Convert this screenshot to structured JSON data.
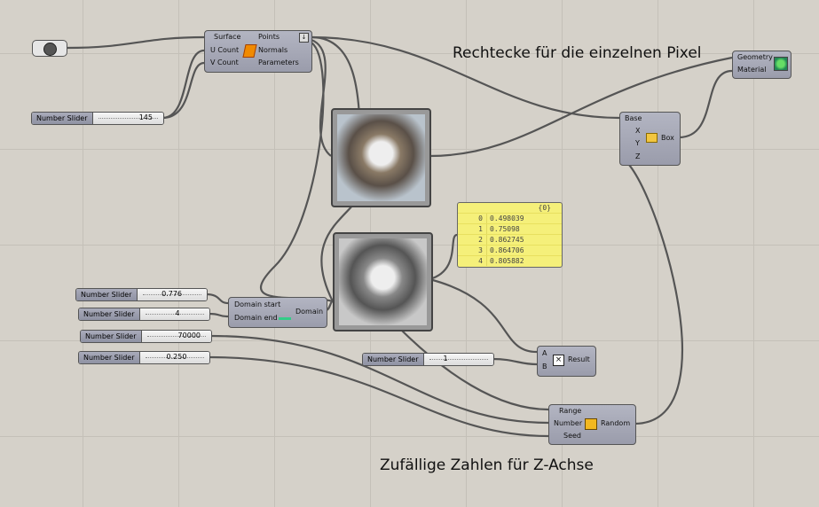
{
  "annotations": {
    "top": "Rechtecke für die einzelnen Pixel",
    "bottom": "Zufällige Zahlen für Z-Achse"
  },
  "surface_points": {
    "inputs": [
      "Surface",
      "U Count",
      "V Count"
    ],
    "outputs": [
      "Points",
      "Normals",
      "Parameters"
    ]
  },
  "box": {
    "inputs": [
      "Base",
      "X",
      "Y",
      "Z"
    ],
    "output": "Box"
  },
  "preview": {
    "inputs": [
      "Geometry",
      "Material"
    ]
  },
  "panel": {
    "header": "{0}",
    "rows": [
      [
        "0",
        "0.498039"
      ],
      [
        "1",
        "0.75098"
      ],
      [
        "2",
        "0.862745"
      ],
      [
        "3",
        "0.864706"
      ],
      [
        "4",
        "0.805882"
      ]
    ]
  },
  "domain": {
    "inputs": [
      "Domain start",
      "Domain end"
    ],
    "output": "Domain"
  },
  "multiply": {
    "inputs": [
      "A",
      "B"
    ],
    "output": "Result"
  },
  "random": {
    "inputs": [
      "Range",
      "Number",
      "Seed"
    ],
    "output": "Random"
  },
  "sliders": [
    {
      "label": "Number Slider",
      "value": "145"
    },
    {
      "label": "Number Slider",
      "value": "0.776"
    },
    {
      "label": "Number Slider",
      "value": "4"
    },
    {
      "label": "Number Slider",
      "value": "70000"
    },
    {
      "label": "Number Slider",
      "value": "0.250"
    },
    {
      "label": "Number Slider",
      "value": "1"
    }
  ],
  "colors": {
    "canvas": "#d5d1c9",
    "component": "#a5a7b5",
    "panel": "#f5f07a",
    "wire": "#555555"
  }
}
